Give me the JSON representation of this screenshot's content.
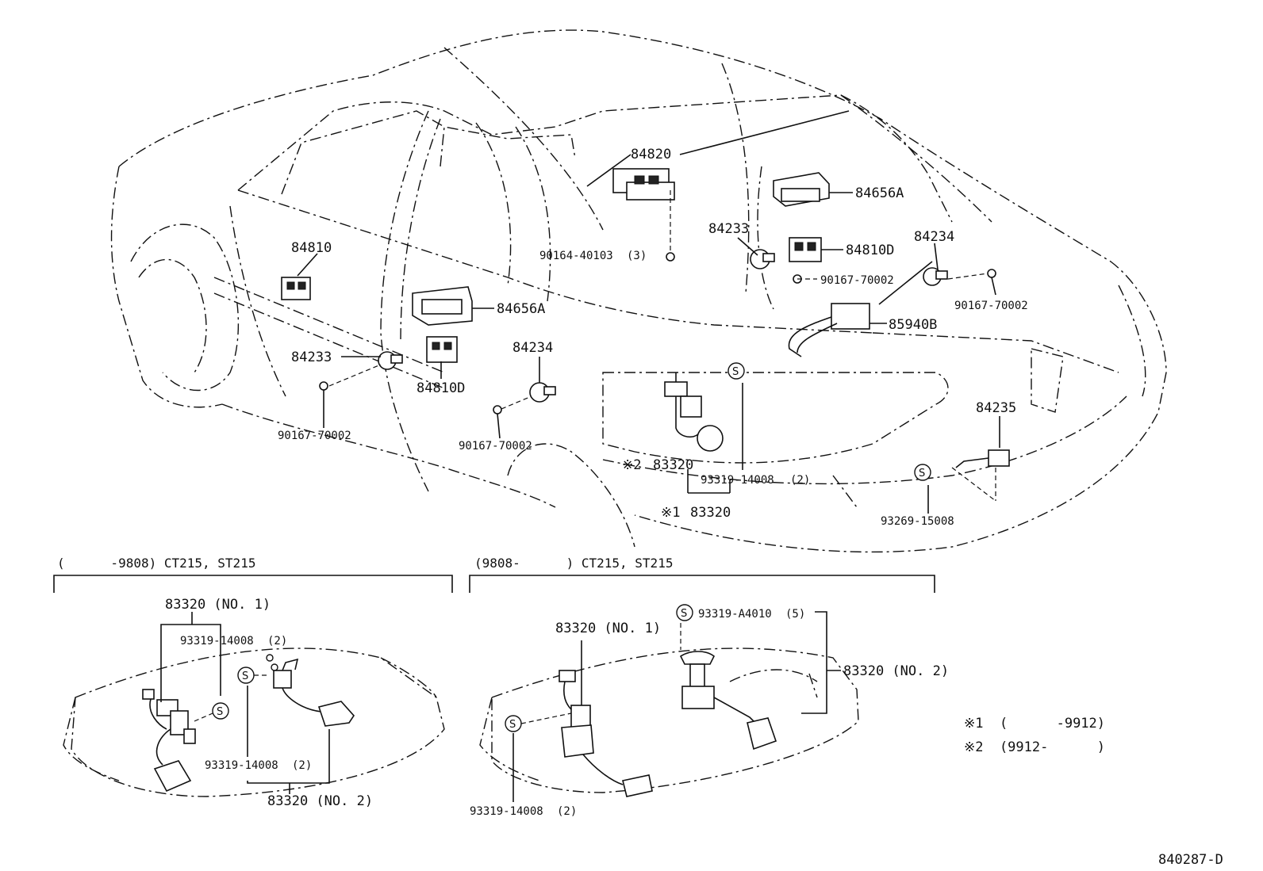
{
  "labels": {
    "p84820": "84820",
    "p84656A_top": "84656A",
    "p84233_top": "84233",
    "p84810D_top": "84810D",
    "p84234_top": "84234",
    "p90164": "90164-40103",
    "p90164_qty": "(3)",
    "p90167_mid": "90167-70002",
    "p90167_right": "90167-70002",
    "p85940B": "85940B",
    "p84810": "84810",
    "p84656A_left": "84656A",
    "p84234_left": "84234",
    "p84233_left": "84233",
    "p84810D_left": "84810D",
    "p90167_left": "90167-70002",
    "p90167_center": "90167-70002",
    "p84235": "84235",
    "mark2": "※2",
    "p83320_a": "83320",
    "p93319_a": "93319-14008",
    "p93319_a_qty": "(2)",
    "mark1": "※1",
    "p83320_b": "83320",
    "p93269": "93269-15008",
    "s": "S"
  },
  "left_section": {
    "heading": "(      -9808) CT215, ST215",
    "p83320_no1": "83320 (NO. 1)",
    "p93319_top": "93319-14008",
    "p93319_top_qty": "(2)",
    "p93319_bottom": "93319-14008",
    "p93319_bottom_qty": "(2)",
    "p83320_no2": "83320 (NO. 2)"
  },
  "right_section": {
    "heading": "(9808-      ) CT215, ST215",
    "p83320_no1": "83320 (NO. 1)",
    "p93319_A4010": "93319-A4010",
    "p93319_A4010_qty": "(5)",
    "p83320_no2": "83320 (NO. 2)",
    "p93319_bottom": "93319-14008",
    "p93319_bottom_qty": "(2)"
  },
  "notes": {
    "n1": "※1  (      -9912)",
    "n2": "※2  (9912-      )"
  },
  "figure_id": "840287-D"
}
